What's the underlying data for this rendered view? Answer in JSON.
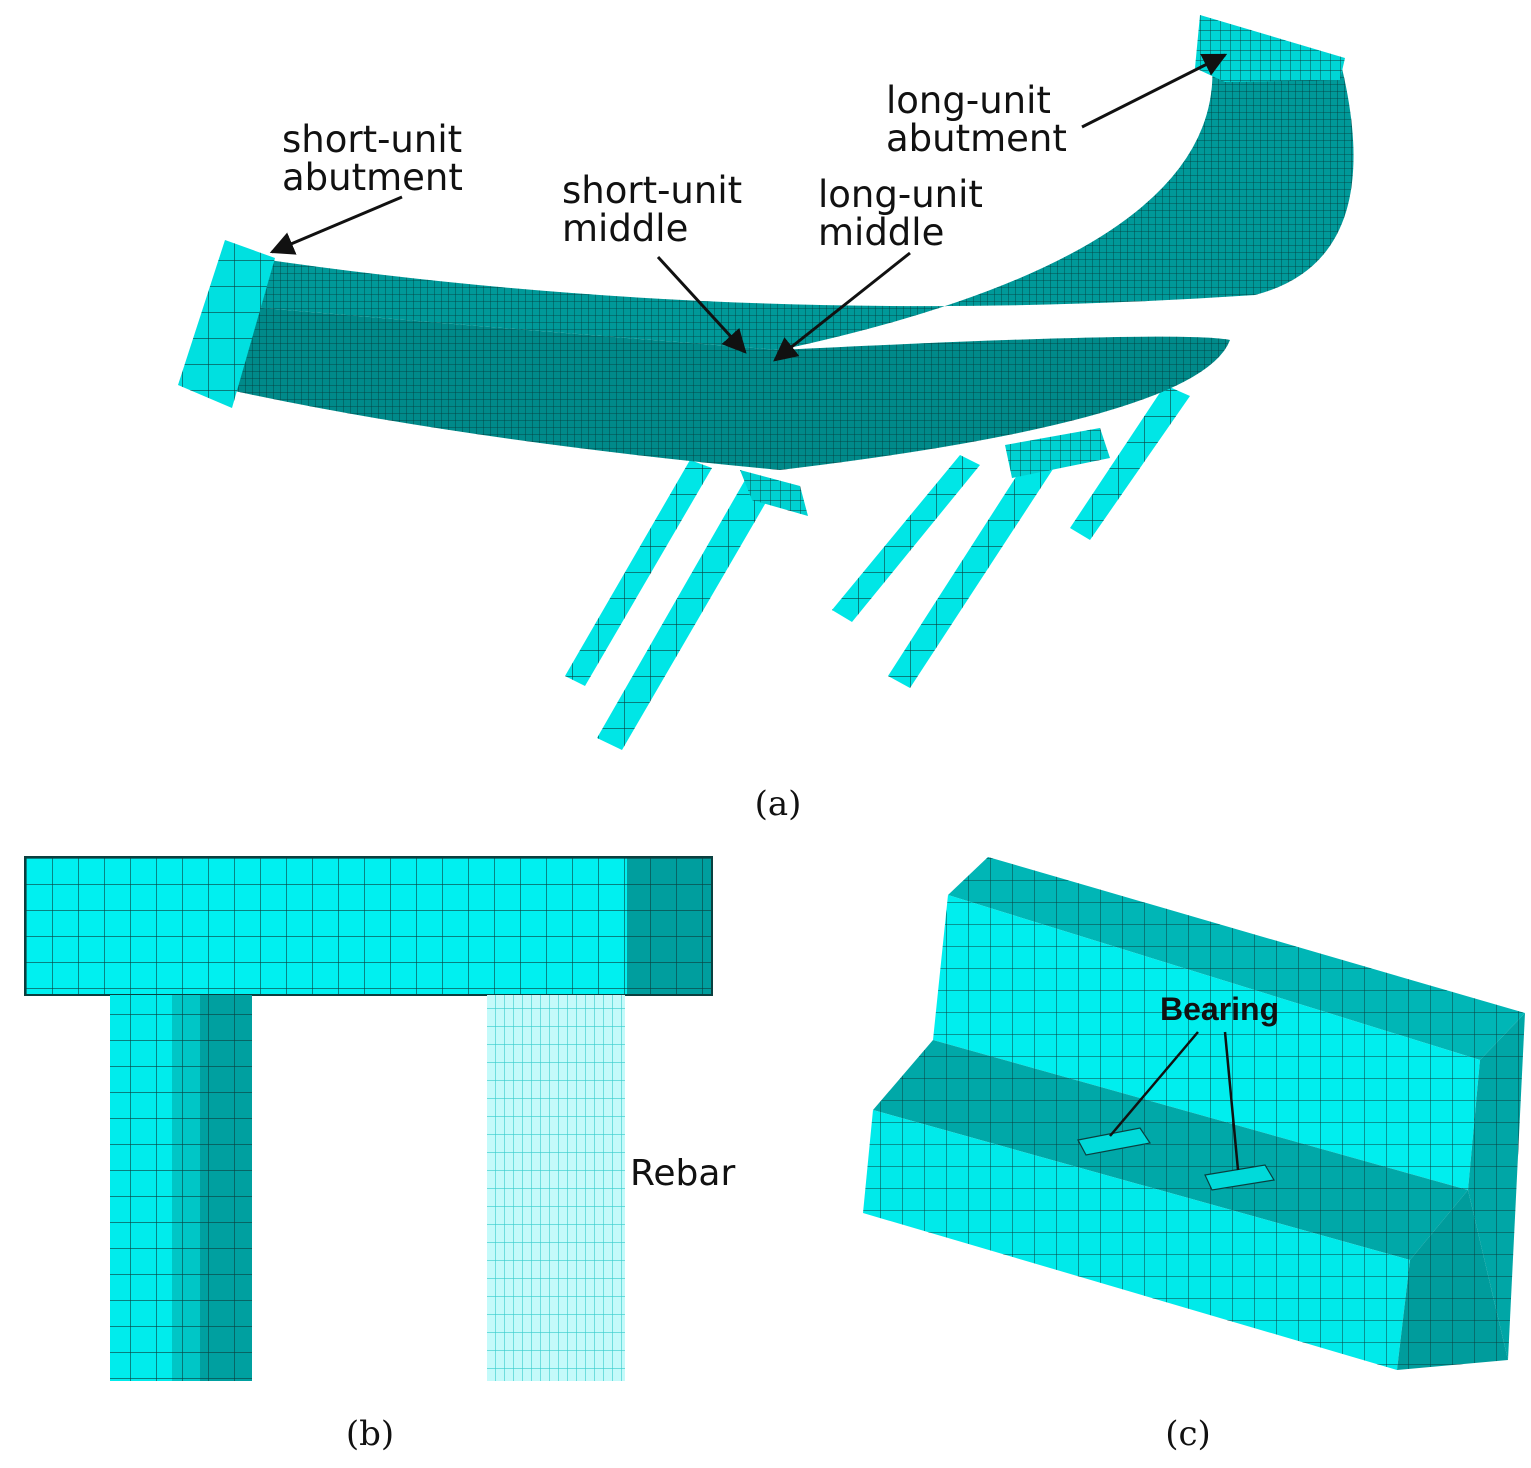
{
  "colors": {
    "mesh_light": "#00f0f0",
    "mesh_mid": "#00c8c8",
    "mesh_dark": "#00a3a3",
    "mesh_deck": "#008e8e",
    "mesh_line": "#0b3f3f",
    "rebar_fill": "#b8f8f8",
    "rebar_line": "#33cccc",
    "text": "#111111"
  },
  "panel_a": {
    "caption": "(a)",
    "labels": {
      "short_abutment": [
        "short-unit",
        "abutment"
      ],
      "short_middle": [
        "short-unit",
        "middle"
      ],
      "long_middle": [
        "long-unit",
        "middle"
      ],
      "long_abutment": [
        "long-unit",
        "abutment"
      ]
    }
  },
  "panel_b": {
    "caption": "(b)",
    "rebar_label": "Rebar"
  },
  "panel_c": {
    "caption": "(c)",
    "bearing_label": "Bearing"
  }
}
